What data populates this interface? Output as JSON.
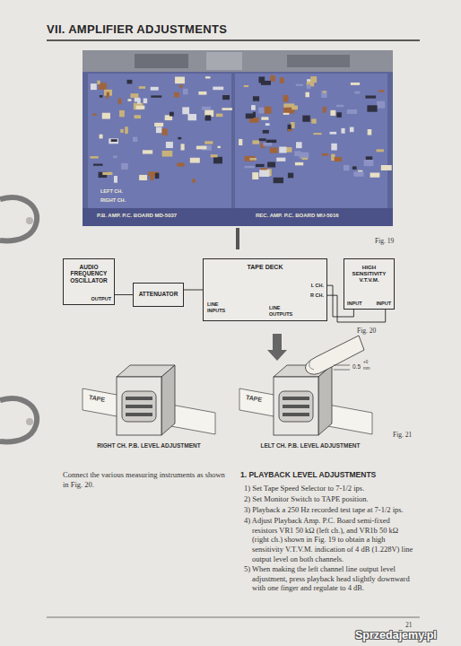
{
  "diagram": {
    "title": "VII. AMPLIFIER ADJUSTMENTS",
    "nodes": [
      {
        "text": [
          "AUDIO FREQUENCY OSCILLATOR",
          "OUTPUT"
        ]
      },
      {
        "text": [
          "ATTENUATOR"
        ]
      },
      {
        "text": [
          "TAPE DECK",
          "LINE INPUTS",
          "LINE OUTPUTS",
          "L CH.",
          "R CH."
        ]
      },
      {
        "text": [
          "HIGH SENSITIVITY V.T.V.M.",
          "INPUT",
          "INPUT"
        ]
      }
    ],
    "edges": [
      {
        "from": 0,
        "to": 1,
        "arrow": "none"
      },
      {
        "from": 1,
        "to": 2,
        "arrow": "none"
      },
      {
        "from": 2,
        "to": 3,
        "arrow": "none"
      },
      {
        "from": 2,
        "to": 3,
        "arrow": "none"
      }
    ],
    "labels": [
      "P.B. AMP. P.C. BOARD MD-5037",
      "REC. AMP. P.C. BOARD MU-5016",
      "LEFT CH.",
      "RIGHT CH.",
      "Fig. 19",
      "Fig. 20",
      "TAPE",
      "TAPE",
      "0.5",
      "+0",
      "mm",
      "RIGHT CH. P.B. LEVEL ADJUSTMENT",
      "LELT CH. P.B. LEVEL ADJUSTMENT",
      "Fig. 21",
      "Connect the various measuring instruments as shown in Fig. 20.",
      "1. PLAYBACK LEVEL ADJUSTMENTS",
      "1) Set Tape Speed Selector to 7-1/2 ips.",
      "2) Set Monitor Switch to TAPE position.",
      "3) Playback a 250 Hz recorded test tape at 7-1/2 ips.",
      "4) Adjust Playback Amp. P.C. Board semi-fixed resistors VR1 50 kΩ (left ch.), and VR1b 50 kΩ (right ch.) shown in Fig. 19 to obtain a high sensitivity V.T.V.M. indication of 4 dB (1.228V) line output level on both channels.",
      "5) When making the left channel line output level adjustment, press playback head slightly downward with one finger and regulate to 4 dB.",
      "21",
      "Sprzedajemy.pl"
    ]
  }
}
